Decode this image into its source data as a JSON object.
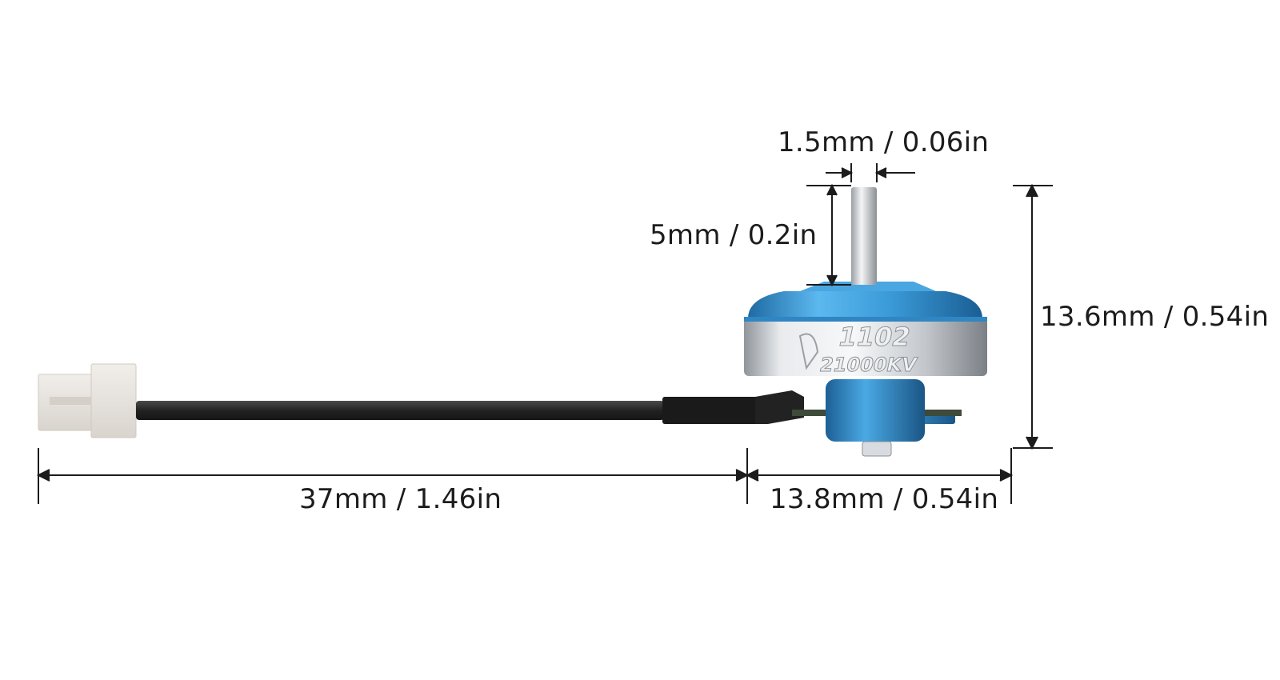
{
  "dimensions": {
    "shaft_diameter": "1.5mm / 0.06in",
    "shaft_length": "5mm / 0.2in",
    "motor_height": "13.6mm / 0.54in",
    "cable_length": "37mm / 1.46in",
    "motor_diameter": "13.8mm / 0.54in"
  },
  "motor_label": {
    "model": "1102",
    "kv": "21000KV"
  },
  "colors": {
    "motor_blue": "#3a9ad6",
    "motor_silver": "#c9ccd0",
    "cable": "#2a2a2a",
    "connector": "#e8e4df"
  }
}
